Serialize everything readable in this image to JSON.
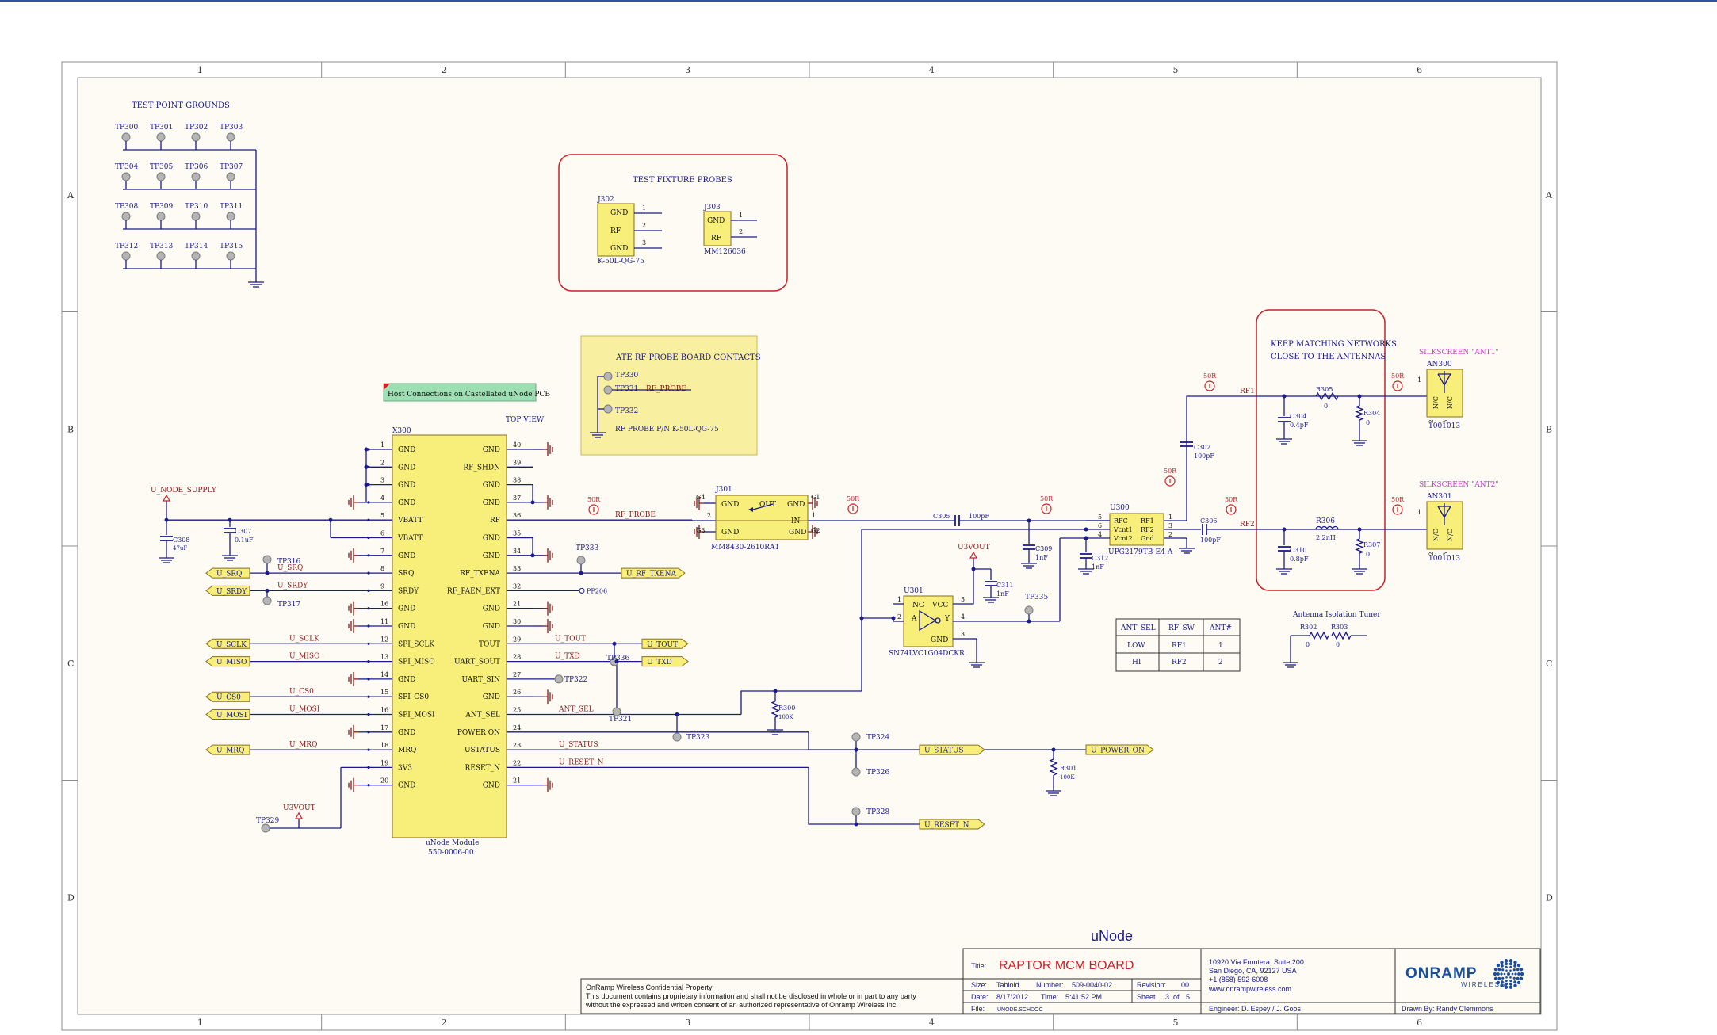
{
  "frame": {
    "columns": [
      "1",
      "2",
      "3",
      "4",
      "5",
      "6"
    ],
    "rows": [
      "A",
      "B",
      "C",
      "D"
    ]
  },
  "tp_grounds": {
    "title": "TEST POINT GROUNDS",
    "rows": [
      [
        "TP300",
        "TP301",
        "TP302",
        "TP303"
      ],
      [
        "TP304",
        "TP305",
        "TP306",
        "TP307"
      ],
      [
        "TP308",
        "TP309",
        "TP310",
        "TP311"
      ],
      [
        "TP312",
        "TP313",
        "TP314",
        "TP315"
      ]
    ]
  },
  "fixture": {
    "title": "TEST FIXTURE PROBES",
    "j302": {
      "ref": "J302",
      "pins": [
        "GND",
        "RF",
        "GND"
      ],
      "nums": [
        "1",
        "2",
        "3"
      ],
      "part": "K-50L-QG-75"
    },
    "j303": {
      "ref": "J303",
      "pins": [
        "GND",
        "RF"
      ],
      "nums": [
        "1",
        "2"
      ],
      "part": "MM126036"
    }
  },
  "ate": {
    "title": "ATE RF PROBE BOARD CONTACTS",
    "tp330": "TP330",
    "tp331": "TP331",
    "net": "RF_PROBE",
    "tp332": "TP332",
    "pn": "RF PROBE P/N K-50L-QG-75"
  },
  "keep_note": [
    "KEEP MATCHING NETWORKS",
    "CLOSE TO THE ANTENNAS"
  ],
  "host_note": "Host Connections on Castellated uNode PCB",
  "x300": {
    "ref": "X300",
    "view": "TOP VIEW",
    "name": "uNode Module",
    "pn": "550-0006-00",
    "left_names": [
      "GND",
      "GND",
      "GND",
      "GND",
      "VBATT",
      "VBATT",
      "GND",
      "SRQ",
      "SRDY",
      "GND",
      "GND",
      "SPI_SCLK",
      "SPI_MISO",
      "GND",
      "SPI_CS0",
      "SPI_MOSI",
      "GND",
      "MRQ",
      "3V3",
      "GND"
    ],
    "left_nums": [
      "1",
      "2",
      "3",
      "4",
      "5",
      "6",
      "7",
      "8",
      "9",
      "16",
      "11",
      "12",
      "13",
      "14",
      "15",
      "16",
      "17",
      "18",
      "19",
      "20"
    ],
    "right_names": [
      "GND",
      "RF_SHDN",
      "GND",
      "GND",
      "RF",
      "GND",
      "GND",
      "RF_TXENA",
      "RF_PAEN_EXT",
      "GND",
      "GND",
      "TOUT",
      "UART_SOUT",
      "UART_SIN",
      "GND",
      "ANT_SEL",
      "POWER ON",
      "USTATUS",
      "RESET_N",
      "GND"
    ],
    "right_nums": [
      "40",
      "39",
      "38",
      "37",
      "36",
      "35",
      "34",
      "33",
      "32",
      "21",
      "30",
      "29",
      "28",
      "27",
      "26",
      "25",
      "24",
      "23",
      "22",
      "21"
    ]
  },
  "power": {
    "supply": "U_NODE_SUPPLY",
    "c308": "C308",
    "c308v": "47uF",
    "c307": "C307",
    "c307v": "0.1uF"
  },
  "ports": {
    "srq": "U_SRQ",
    "srdy": "U_SRDY",
    "sclk": "U_SCLK",
    "miso": "U_MISO",
    "cs0": "U_CS0",
    "mosi": "U_MOSI",
    "mrq": "U_MRQ",
    "txena": "U_RF_TXENA",
    "tout": "U_TOUT",
    "txd": "U_TXD",
    "power_on": "U_POWER_ON",
    "status": "U_STATUS",
    "reset": "U_RESET_N"
  },
  "netlabels": {
    "srq": "U_SRQ",
    "srdy": "U_SRDY",
    "sclk": "U_SCLK",
    "miso": "U_MISO",
    "cs0": "U_CS0",
    "mosi": "U_MOSI",
    "mrq": "U_MRQ",
    "rfprobe": "RF_PROBE",
    "tout": "U_TOUT",
    "txd": "U_TXD",
    "antsel": "ANT_SEL",
    "status": "U_STATUS",
    "reset": "U_RESET_N",
    "rf1": "RF1",
    "rf2": "RF2"
  },
  "tps": {
    "tp316": "TP316",
    "tp317": "TP317",
    "tp333": "TP333",
    "pp206": "PP206",
    "tp336": "TP336",
    "tp322": "TP322",
    "tp321": "TP321",
    "tp323": "TP323",
    "tp324": "TP324",
    "tp326": "TP326",
    "tp328": "TP328",
    "tp329": "TP329",
    "tp335": "TP335"
  },
  "u3vout": "U3VOUT",
  "j301": {
    "ref": "J301",
    "part": "MM8430-2610RA1",
    "g4": "G4",
    "g3": "G3",
    "g1": "G1",
    "g2": "G2",
    "gnd": "GND",
    "out": "OUT",
    "in": "IN",
    "p2": "2",
    "p1": "1"
  },
  "z50r": "50R",
  "c305": {
    "ref": "C305",
    "val": "100pF"
  },
  "c309": {
    "ref": "C309",
    "val": "1nF"
  },
  "c312": {
    "ref": "C312",
    "val": "1nF"
  },
  "c302": {
    "ref": "C302",
    "val": "100pF"
  },
  "c306": {
    "ref": "C306",
    "val": "100pF"
  },
  "c311": {
    "ref": "C311",
    "val": "1nF"
  },
  "u300": {
    "ref": "U300",
    "part": "UPG2179TB-E4-A",
    "lnames": [
      "RFC",
      "Vcnt1",
      "Vcnt2"
    ],
    "rnames": [
      "RF1",
      "RF2",
      "Gnd"
    ],
    "lnums": [
      "5",
      "6",
      "4"
    ],
    "rnums": [
      "1",
      "3",
      "2"
    ]
  },
  "u301": {
    "ref": "U301",
    "part": "SN74LVC1G04DCKR",
    "nc": "NC",
    "vcc": "VCC",
    "a": "A",
    "y": "Y",
    "gnd": "GND",
    "pins": [
      "1",
      "2",
      "3",
      "4",
      "5"
    ]
  },
  "r300": {
    "ref": "R300",
    "val": "100K"
  },
  "r301": {
    "ref": "R301",
    "val": "100K"
  },
  "match1": {
    "r": "R305",
    "rv": "0",
    "c": "C304",
    "cv": "0.4pF",
    "r2": "R304",
    "r2v": "0"
  },
  "match2": {
    "r": "R306",
    "rv": "2.2nH",
    "c": "C310",
    "cv": "0.8pF",
    "r2": "R307",
    "r2v": "0"
  },
  "ant1": {
    "silk": "SILKSCREEN \"ANT1\"",
    "ref": "AN300",
    "part": "1001013",
    "nc": "N/C",
    "p1": "1",
    "p2": "2",
    "p3": "3"
  },
  "ant2": {
    "silk": "SILKSCREEN \"ANT2\"",
    "ref": "AN301",
    "part": "1001013",
    "nc": "N/C",
    "p1": "1",
    "p2": "2",
    "p3": "3"
  },
  "table": {
    "headers": [
      "ANT_SEL",
      "RF_SW",
      "ANT#"
    ],
    "rows": [
      [
        "LOW",
        "RF1",
        "1"
      ],
      [
        "HI",
        "RF2",
        "2"
      ]
    ]
  },
  "tuner": {
    "title": "Antenna Isolation Tuner",
    "r302": "R302",
    "r302v": "0",
    "r303": "R303",
    "r303v": "0"
  },
  "title_block": {
    "project": "uNode",
    "title_label": "Title:",
    "title": "RAPTOR MCM BOARD",
    "address": [
      "10920 Via Frontera, Suite 200",
      "San Diego, CA, 92127 USA",
      "+1 (858) 592-6008",
      "www.onrampwireless.com"
    ],
    "size_label": "Size:",
    "size": "Tabloid",
    "number_label": "Number:",
    "number": "509-0040-02",
    "rev_label": "Revision:",
    "rev": "00",
    "date_label": "Date:",
    "date": "8/17/2012",
    "time_label": "Time:",
    "time": "5:41:52 PM",
    "sheet_label": "Sheet",
    "sheet": "3",
    "of": "of",
    "sheets": "5",
    "file_label": "File:",
    "file": "UNODE.SCHDOC",
    "engineer": "Engineer:  D. Espey / J. Goos",
    "drawn": "Drawn By:  Randy Clemmons",
    "logo": "ONRAMP",
    "logo_sub": "WIRELESS"
  },
  "confidential": [
    "OnRamp Wireless Confidential Property",
    "This document contains proprietary information and shall not be disclosed in whole or in part to any party",
    "without the expressed and written consent of an authorized representative of Onramp Wireless Inc."
  ],
  "colors": {
    "wire": "#1a1a8c",
    "frame": "#8c8c8c",
    "paper": "#fdfbf4",
    "port": "#f7ef7a",
    "accent": "#cc1f2a",
    "note": "#f8f0a0",
    "green": "#9ddfb3",
    "magenta": "#cc33cc"
  }
}
